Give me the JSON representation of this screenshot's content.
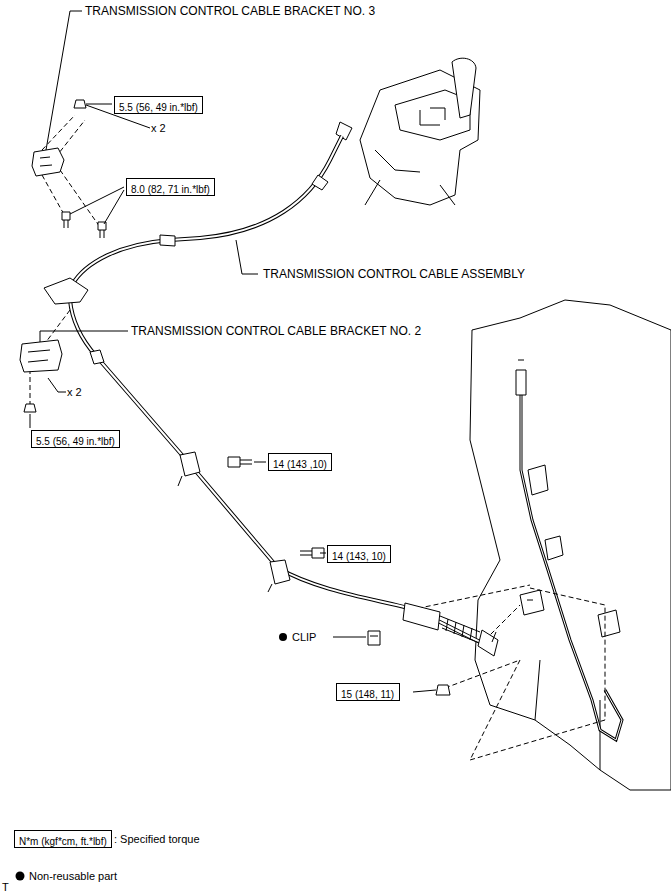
{
  "diagram": {
    "nodes": [
      {
        "text": [
          "5.5 (56, 49 in.*lbf)"
        ]
      },
      {
        "text": [
          "8.0 (82, 71 in.*lbf)"
        ]
      },
      {
        "text": [
          "5.5 (56, 49 in.*lbf)"
        ]
      },
      {
        "text": [
          "14 (143 ,10)"
        ]
      },
      {
        "text": [
          "14 (143, 10)"
        ]
      },
      {
        "text": [
          "15 (148, 11)"
        ]
      },
      {
        "text": [
          "N*m (kgf*cm, ft.*lbf)"
        ]
      }
    ],
    "labels": [
      "TRANSMISSION CONTROL CABLE BRACKET NO. 3",
      "x 2",
      "TRANSMISSION CONTROL CABLE ASSEMBLY",
      "TRANSMISSION CONTROL CABLE BRACKET NO. 2",
      "x 2",
      "CLIP",
      "T"
    ],
    "legend": [
      {
        "text": ": Specified torque"
      },
      {
        "text": "Non-reusable part"
      }
    ]
  }
}
